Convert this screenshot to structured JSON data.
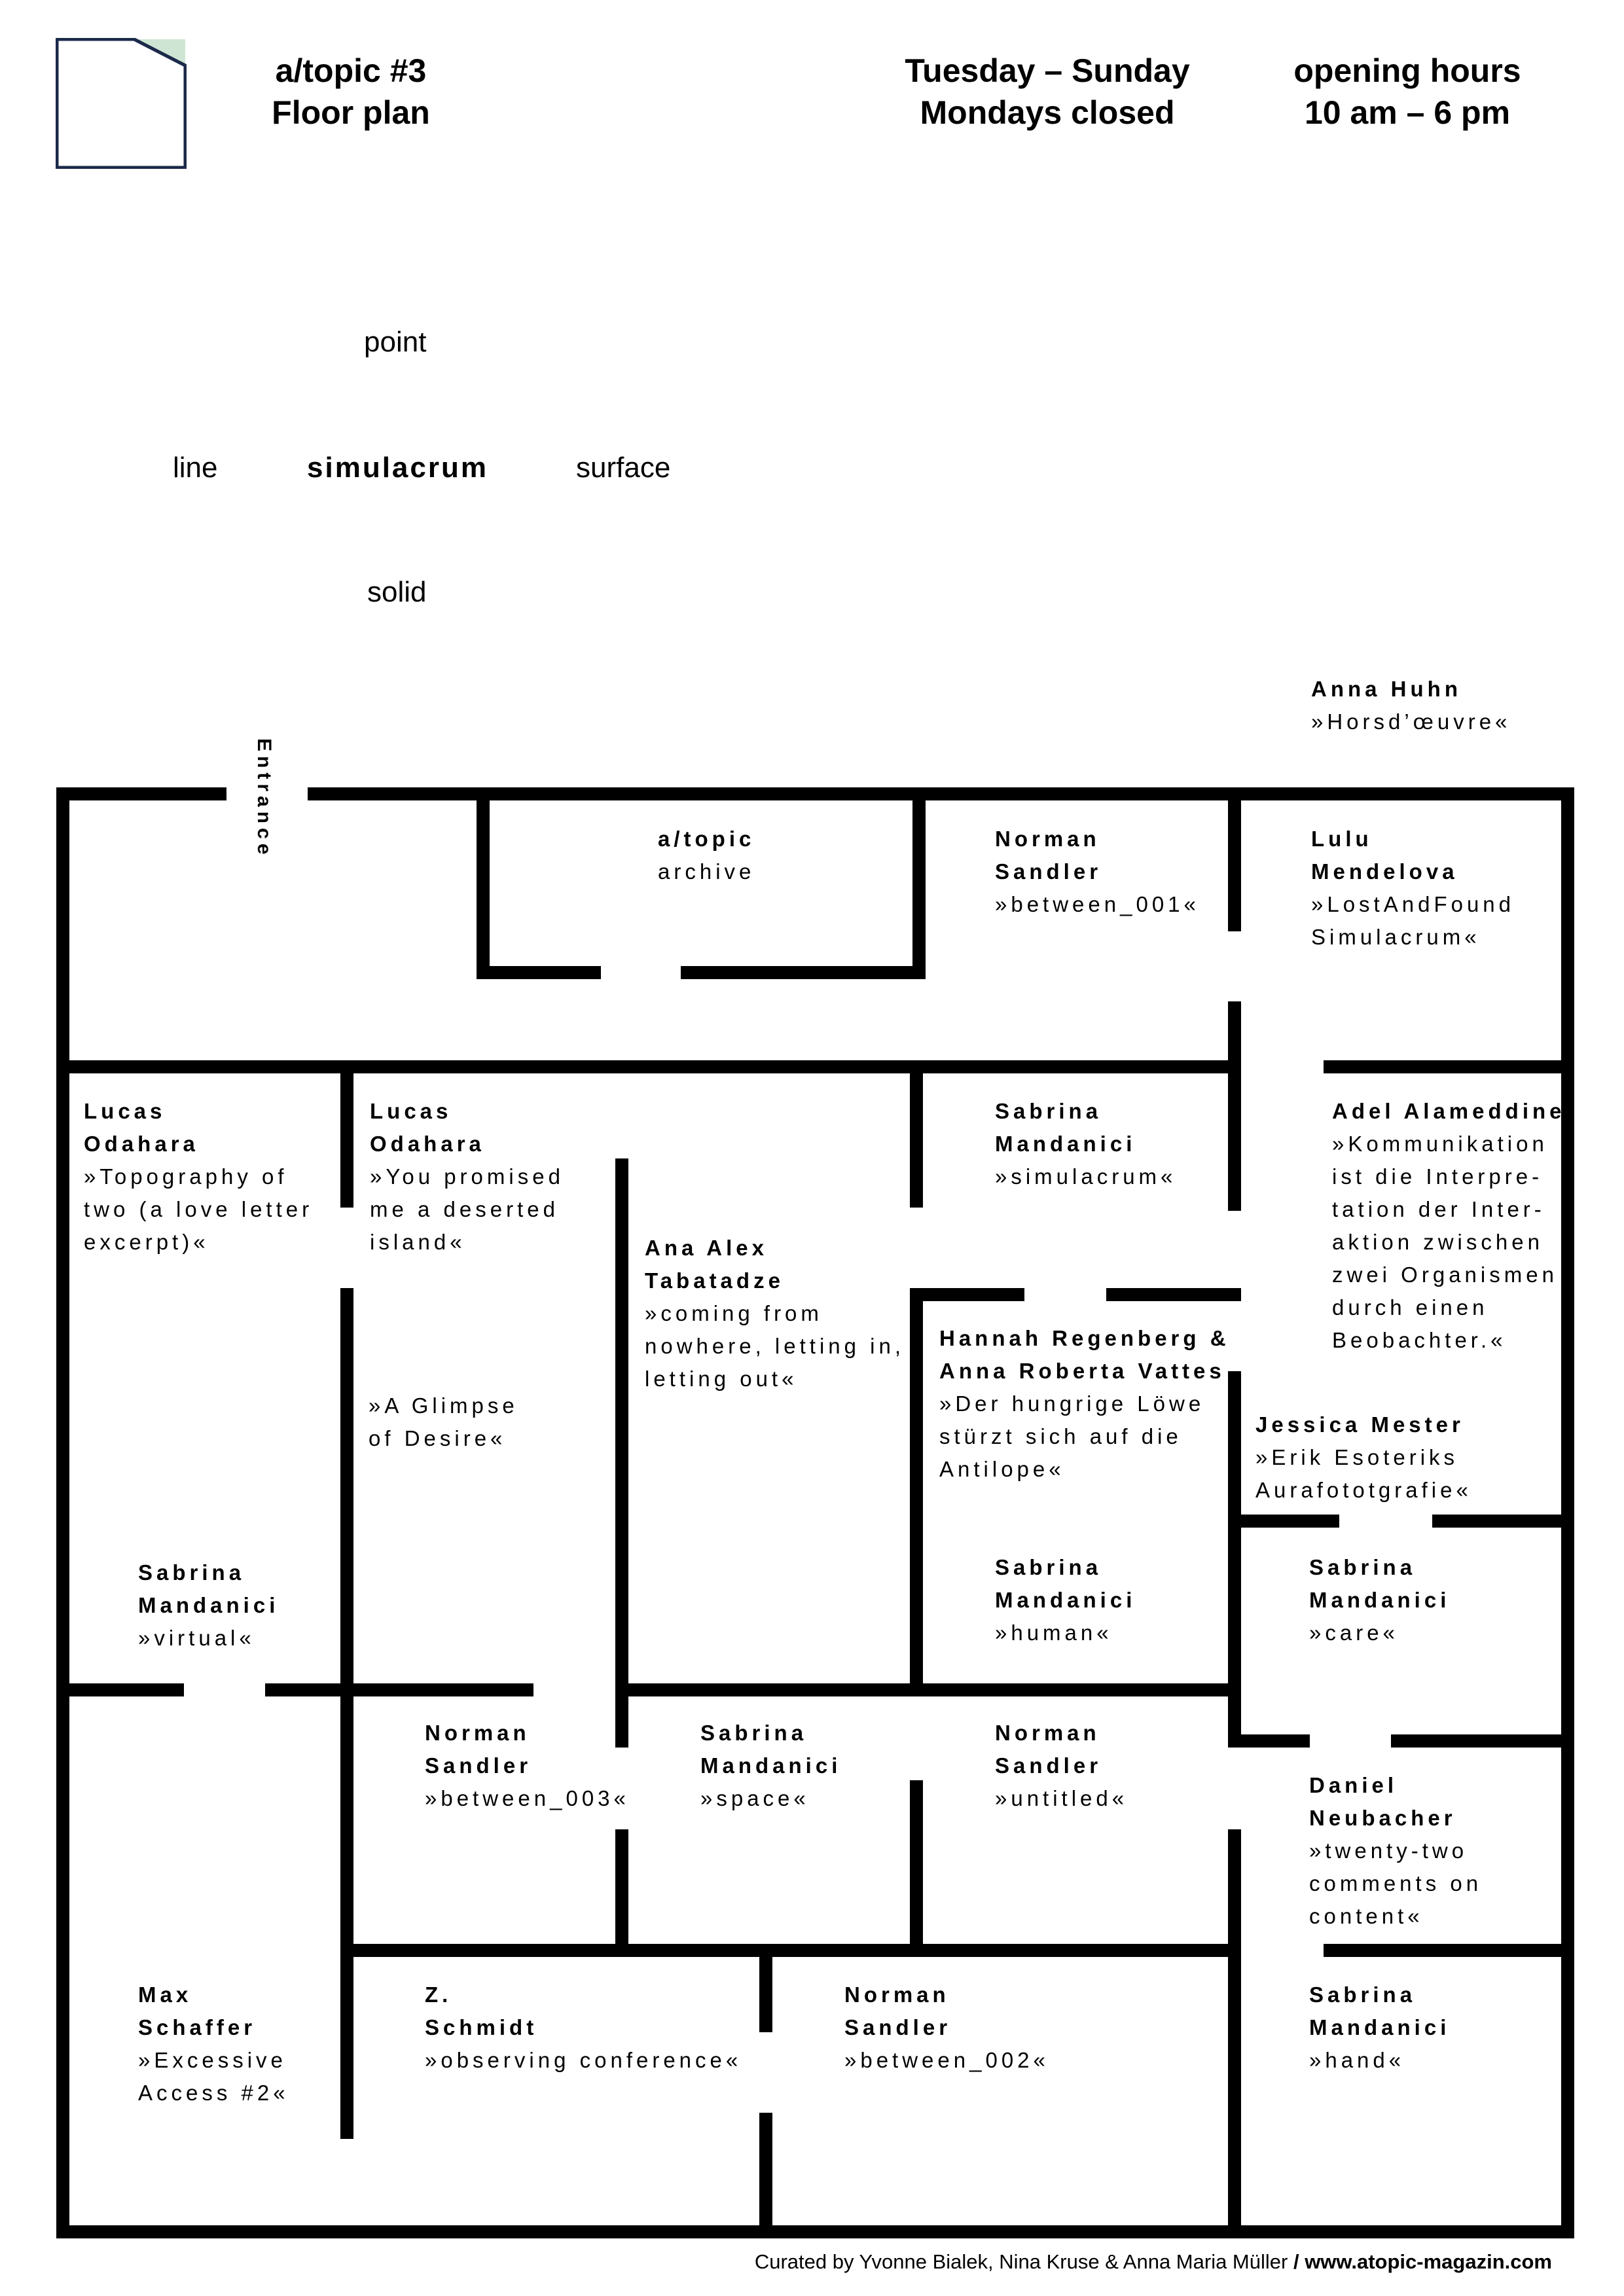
{
  "header": {
    "title_line1": "a/topic #3",
    "title_line2": "Floor plan",
    "days_line1": "Tuesday – Sunday",
    "days_line2": "Mondays closed",
    "hours_line1": "opening hours",
    "hours_line2": "10 am – 6 pm"
  },
  "colors": {
    "logo_corner": "#cfe5d3",
    "logo_outline": "#1b2a4a"
  },
  "concept": {
    "top": "point",
    "left": "line",
    "center": "simulacrum",
    "right": "surface",
    "bottom": "solid"
  },
  "entrance_label": "Entrance",
  "rooms": {
    "anna_huhn": {
      "artist": "Anna Huhn",
      "work": "»Horsd’œuvre«"
    },
    "archive": {
      "line1": "a/topic",
      "line2": "archive"
    },
    "sandler_001": {
      "artist1": "Norman",
      "artist2": "Sandler",
      "work": "»between_001«"
    },
    "mendelova": {
      "artist1": "Lulu",
      "artist2": "Mendelova",
      "work1": "»LostAndFound",
      "work2": "Simulacrum«"
    },
    "odahara_1": {
      "artist1": "Lucas",
      "artist2": "Odahara",
      "work1": "»Topography of",
      "work2": "two (a love letter",
      "work3": "excerpt)«"
    },
    "odahara_2": {
      "artist1": "Lucas",
      "artist2": "Odahara",
      "work1": "»You promised",
      "work2": "me a deserted",
      "work3": "island«"
    },
    "glimpse": {
      "work1": "»A Glimpse",
      "work2": "of Desire«"
    },
    "tabatadze": {
      "artist1": "Ana Alex",
      "artist2": "Tabatadze",
      "work1": "»coming from",
      "work2": "nowhere, letting in,",
      "work3": "letting out«"
    },
    "mandanici_simulacrum": {
      "artist1": "Sabrina",
      "artist2": "Mandanici",
      "work": "»simulacrum«"
    },
    "alameddine": {
      "artist": "Adel Alameddine",
      "work1": "»Kommunikation",
      "work2": "ist die Interpre-",
      "work3": "tation der Inter-",
      "work4": "aktion zwischen",
      "work5": "zwei Organismen",
      "work6": "durch einen",
      "work7": "Beobachter.«"
    },
    "regenberg": {
      "artist1": "Hannah Regenberg &",
      "artist2": "Anna Roberta Vattes",
      "work1": "»Der hungrige Löwe",
      "work2": "stürzt sich auf die",
      "work3": "Antilope«"
    },
    "mester": {
      "artist": "Jessica Mester",
      "work1": "»Erik Esoteriks",
      "work2": "Aurafototgrafie«"
    },
    "mandanici_virtual": {
      "artist1": "Sabrina",
      "artist2": "Mandanici",
      "work": "»virtual«"
    },
    "mandanici_human": {
      "artist1": "Sabrina",
      "artist2": "Mandanici",
      "work": "»human«"
    },
    "mandanici_care": {
      "artist1": "Sabrina",
      "artist2": "Mandanici",
      "work": "»care«"
    },
    "sandler_003": {
      "artist1": "Norman",
      "artist2": "Sandler",
      "work": "»between_003«"
    },
    "mandanici_space": {
      "artist1": "Sabrina",
      "artist2": "Mandanici",
      "work": "»space«"
    },
    "sandler_untitled": {
      "artist1": "Norman",
      "artist2": "Sandler",
      "work": "»untitled«"
    },
    "neubacher": {
      "artist1": "Daniel",
      "artist2": "Neubacher",
      "work1": "»twenty-two",
      "work2": "comments on",
      "work3": "content«"
    },
    "schaffer": {
      "artist1": "Max",
      "artist2": "Schaffer",
      "work1": "»Excessive",
      "work2": "Access #2«"
    },
    "schmidt": {
      "artist1": "Z.",
      "artist2": "Schmidt",
      "work": "»observing conference«"
    },
    "sandler_002": {
      "artist1": "Norman",
      "artist2": "Sandler",
      "work": "»between_002«"
    },
    "mandanici_hand": {
      "artist1": "Sabrina",
      "artist2": "Mandanici",
      "work": "»hand«"
    }
  },
  "footer": {
    "curators": "Curated by Yvonne Bialek, Nina Kruse & Anna Maria Müller",
    "separator": " / ",
    "website": "www.atopic-magazin.com"
  }
}
